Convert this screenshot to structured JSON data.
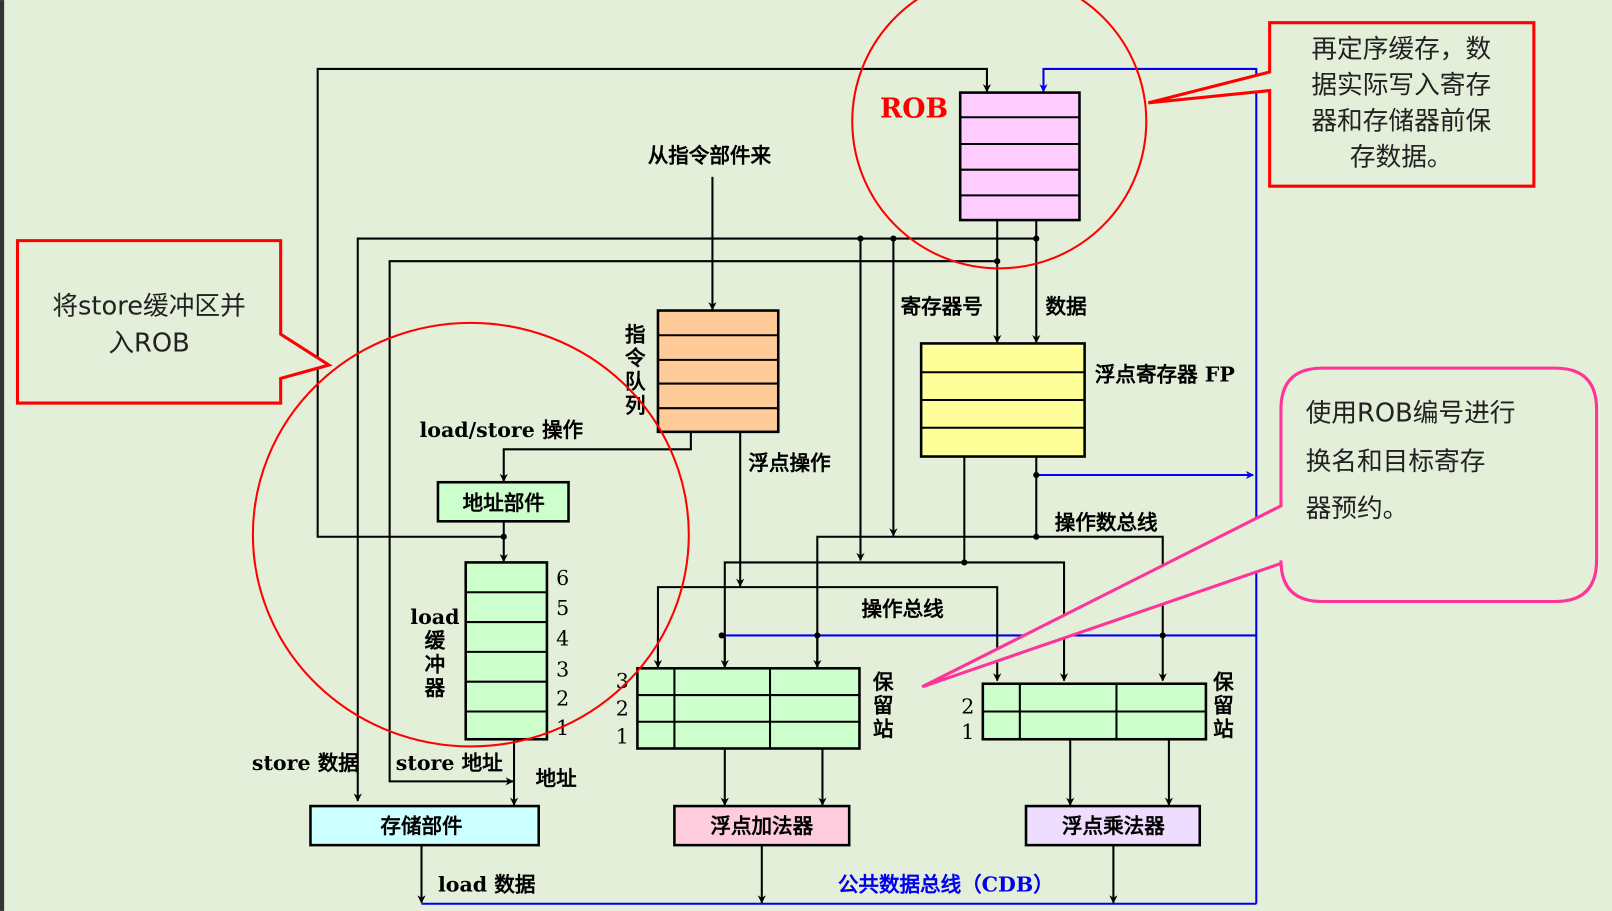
{
  "colors": {
    "background": "#e3efd8",
    "rob": "#ffccff",
    "instruction_queue": "#ffcc99",
    "fp_registers": "#ffff99",
    "load_buffer": "#ccffcc",
    "reservation_station": "#ccffcc",
    "address_unit": "#ccffcc",
    "memory_unit": "#ccffff",
    "fp_adder": "#ffccdd",
    "fp_multiplier": "#eeddff",
    "cdb": "#0000ee",
    "highlight": "#ff0000",
    "callout_pink": "#ff3399"
  },
  "rob": {
    "label": "ROB"
  },
  "from_instruction_unit": "从指令部件来",
  "instruction_queue": {
    "label": [
      "指",
      "令",
      "队",
      "列"
    ]
  },
  "register_number": "寄存器号",
  "data_label": "数据",
  "fp_registers": {
    "label": "浮点寄存器 FP"
  },
  "load_store_op": "load/store 操作",
  "fp_op": "浮点操作",
  "address_unit": "地址部件",
  "operand_bus": "操作数总线",
  "op_bus": "操作总线",
  "load_buffer": {
    "label": [
      "load",
      "缓",
      "冲",
      "器"
    ],
    "slots": [
      "6",
      "5",
      "4",
      "3",
      "2",
      "1"
    ]
  },
  "reservation_station_label": [
    "保",
    "留",
    "站"
  ],
  "adder_rs_slots": [
    "3",
    "2",
    "1"
  ],
  "mult_rs_slots": [
    "2",
    "1"
  ],
  "store_data": "store 数据",
  "store_address": "store 地址",
  "address": "地址",
  "memory_unit": "存储部件",
  "fp_adder": "浮点加法器",
  "fp_multiplier": "浮点乘法器",
  "load_data": "load 数据",
  "cdb": "公共数据总线（CDB）",
  "callouts": {
    "rob_note": [
      "再定序缓存，数",
      "据实际写入寄存",
      "器和存储器前保",
      "存数据。"
    ],
    "store_note": [
      "将store缓冲区并",
      "入ROB"
    ],
    "rename_note": [
      "使用ROB编号进行",
      "换名和目标寄存",
      "器预约。"
    ]
  }
}
